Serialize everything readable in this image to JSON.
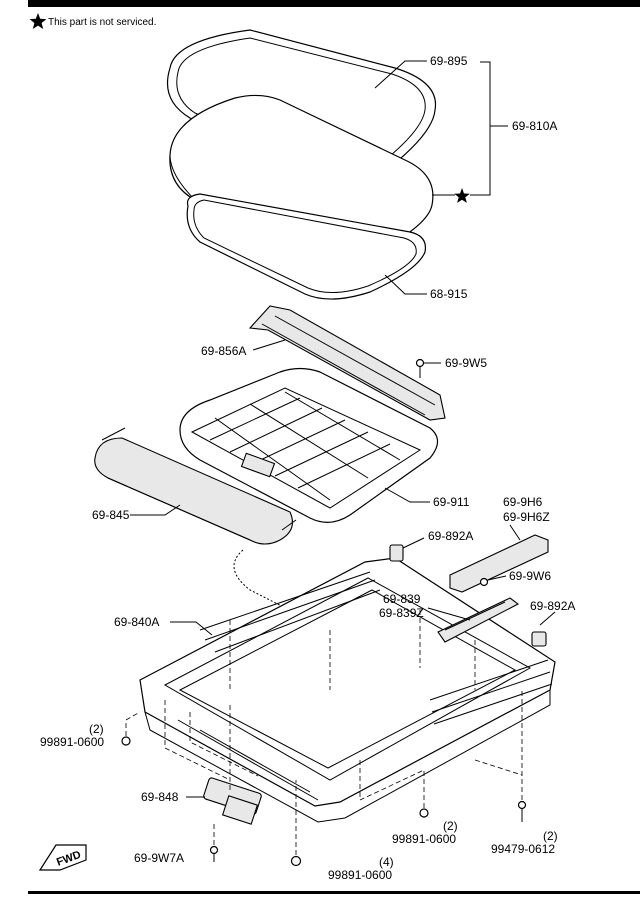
{
  "legend": {
    "note": "This part is not serviced."
  },
  "fwd_label": "FWD",
  "labels": {
    "p69_895": "69-895",
    "p69_810A": "69-810A",
    "p68_915": "68-915",
    "p69_856A": "69-856A",
    "p69_9W5": "69-9W5",
    "p69_911": "69-911",
    "p69_845": "69-845",
    "p69_9H6": "69-9H6",
    "p69_9H6Z": "69-9H6Z",
    "p69_892A_top": "69-892A",
    "p69_9W6": "69-9W6",
    "p69_839": "69-839",
    "p69_839Z": "69-839Z",
    "p69_892A_right": "69-892A",
    "p69_840A": "69-840A",
    "qty_left": "(2)",
    "p99891_left": "99891-0600",
    "p69_848": "69-848",
    "p69_9W7A": "69-9W7A",
    "qty_bottom_mid": "(2)",
    "p99891_mid": "99891-0600",
    "qty_bottom_right": "(2)",
    "p99479": "99479-0612",
    "qty_bottom": "(4)",
    "p99891_bottom": "99891-0600"
  }
}
